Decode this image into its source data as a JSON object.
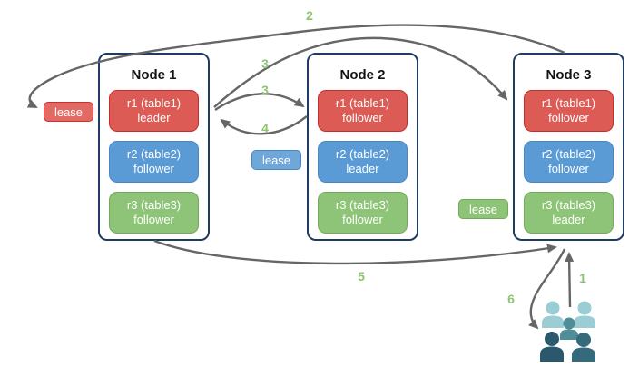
{
  "nodes": [
    {
      "title": "Node 1",
      "replicas": [
        {
          "name": "r1 (table1)",
          "role": "leader",
          "color": "#DC5B55"
        },
        {
          "name": "r2 (table2)",
          "role": "follower",
          "color": "#5B9BD5"
        },
        {
          "name": "r3 (table3)",
          "role": "follower",
          "color": "#8EC478"
        }
      ]
    },
    {
      "title": "Node 2",
      "replicas": [
        {
          "name": "r1 (table1)",
          "role": "follower",
          "color": "#DC5B55"
        },
        {
          "name": "r2 (table2)",
          "role": "leader",
          "color": "#5B9BD5"
        },
        {
          "name": "r3 (table3)",
          "role": "follower",
          "color": "#8EC478"
        }
      ]
    },
    {
      "title": "Node 3",
      "replicas": [
        {
          "name": "r1 (table1)",
          "role": "follower",
          "color": "#DC5B55"
        },
        {
          "name": "r2 (table2)",
          "role": "follower",
          "color": "#5B9BD5"
        },
        {
          "name": "r3 (table3)",
          "role": "leader",
          "color": "#8EC478"
        }
      ]
    }
  ],
  "leases": [
    {
      "label": "lease",
      "color": "#E16A64"
    },
    {
      "label": "lease",
      "color": "#6FA7DB"
    },
    {
      "label": "lease",
      "color": "#8EC478"
    }
  ],
  "arrows": [
    {
      "label": "2",
      "from": "node-3-top",
      "to": "red-lease"
    },
    {
      "label": "3",
      "from": "node-1-r1-leader",
      "to": "node-3-r1-follower"
    },
    {
      "label": "3",
      "from": "node-1-r1-leader",
      "to": "node-2-r1-follower"
    },
    {
      "label": "4",
      "from": "node-2-r1-follower",
      "to": "node-1-r1-leader"
    },
    {
      "label": "5",
      "from": "node-1-bottom",
      "to": "node-3-bottom"
    },
    {
      "label": "6",
      "from": "node-3-bottom",
      "to": "user-group"
    },
    {
      "label": "1",
      "from": "user-group",
      "to": "node-3-bottom"
    }
  ],
  "icons": {
    "user_group": "user-group-icon"
  },
  "colors": {
    "node_border": "#1F3A63",
    "arrow": "#666666",
    "step_number": "#8DC472",
    "red_fill": "#DC5B55",
    "red_border": "#CC2B2B",
    "blue_fill": "#5B9BD5",
    "blue_border": "#4A86C6",
    "green_fill": "#8EC478",
    "green_border": "#72AA58",
    "people_light": "#9ACED4",
    "people_mid": "#4F8D99",
    "people_dark": "#2C586B",
    "people_dark2": "#35697C"
  }
}
